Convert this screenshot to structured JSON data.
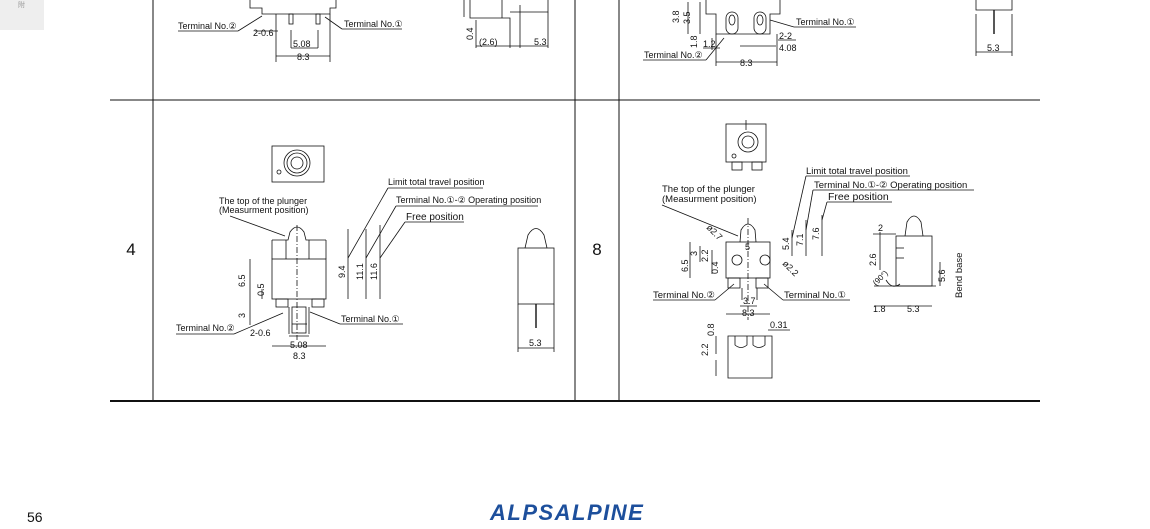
{
  "side_tab": {
    "text": "附"
  },
  "rows": [
    {
      "number": "4"
    },
    {
      "number": "8"
    }
  ],
  "drawing_top_left": {
    "terminal2": "Terminal No.②",
    "terminal1": "Terminal No.①",
    "dim_a": "2-0.6",
    "dim_b": "5.08",
    "dim_c": "8.3"
  },
  "drawing_top_middle": {
    "dim_a": "0.4",
    "dim_b": "(2.6)",
    "dim_c": "5.3"
  },
  "drawing_top_right": {
    "dim_a": "3.8",
    "dim_b": "3.5",
    "dim_c": "1.8",
    "dim_d": "1.2",
    "dim_e": "2-2",
    "dim_f": "4.08",
    "dim_g": "8.3",
    "terminal2": "Terminal No.②",
    "terminal1": "Terminal No.①"
  },
  "drawing_top_far_right": {
    "dim_a": "5.3"
  },
  "drawing_4": {
    "plunger_top_1": "The top of the plunger",
    "plunger_top_2": "(Measurment position)",
    "limit_travel": "Limit total travel position",
    "operating_position": "Terminal No.①-② Operating position",
    "free_position": "Free position",
    "dim_65": "6.5",
    "dim_05": "0.5",
    "dim_3": "3",
    "dim_94": "9.4",
    "dim_111": "11.1",
    "dim_116": "11.6",
    "terminal2": "Terminal No.②",
    "terminal1": "Terminal No.①",
    "dim_206": "2-0.6",
    "dim_508": "5.08",
    "dim_83": "8.3",
    "side_53": "5.3"
  },
  "drawing_8": {
    "plunger_top_1": "The top of the plunger",
    "plunger_top_2": "(Measurment position)",
    "limit_travel": "Limit total travel position",
    "operating_position": "Terminal No.①-② Operating position",
    "free_position": "Free position",
    "dim_27": "ø2.7",
    "dim_65": "6.5",
    "dim_3": "3",
    "dim_22": "2.2",
    "dim_04": "0.4",
    "dim_5": "5",
    "dim_54": "5.4",
    "dim_71": "7.1",
    "dim_76": "7.6",
    "dim_phi22": "ø2.2",
    "terminal2": "Terminal No.②",
    "terminal1": "Terminal No.①",
    "dim_37": "3.7",
    "dim_83": "8.3",
    "bottom_08": "0.8",
    "bottom_031": "0.31",
    "bottom_22": "2.2",
    "side_2": "2",
    "side_26": "2.6",
    "side_90": "(90°)",
    "side_56": "5.6",
    "side_bend": "Bend base",
    "side_18": "1.8",
    "side_53": "5.3"
  },
  "footer": {
    "page_number": "56",
    "brand": "ALPSALPINE"
  }
}
